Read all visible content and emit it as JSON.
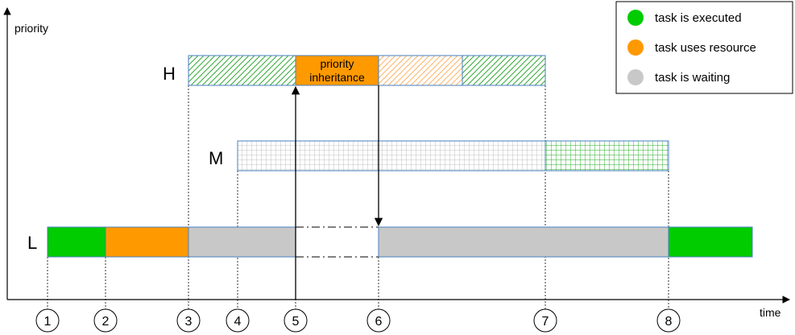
{
  "axis": {
    "y_label": "priority",
    "x_label": "time"
  },
  "tasks": [
    {
      "id": "H",
      "label": "H"
    },
    {
      "id": "M",
      "label": "M"
    },
    {
      "id": "L",
      "label": "L"
    }
  ],
  "inheritance_label": {
    "line1": "priority",
    "line2": "inheritance"
  },
  "legend": [
    {
      "label": "task is executed",
      "color": "#00cc00"
    },
    {
      "label": "task uses resource",
      "color": "#ff9900"
    },
    {
      "label": "task is waiting",
      "color": "#c8c8c8"
    }
  ],
  "time_markers": [
    "1",
    "2",
    "3",
    "4",
    "5",
    "6",
    "7",
    "8"
  ],
  "colors": {
    "executed": "#00cc00",
    "resource": "#ff9900",
    "waiting": "#c8c8c8",
    "hatch_green": "#33aa33",
    "hatch_orange": "#ffb366",
    "grid_gray": "#b0b0b0",
    "grid_green": "#22aa22",
    "border_blue": "#4a7fc0"
  }
}
